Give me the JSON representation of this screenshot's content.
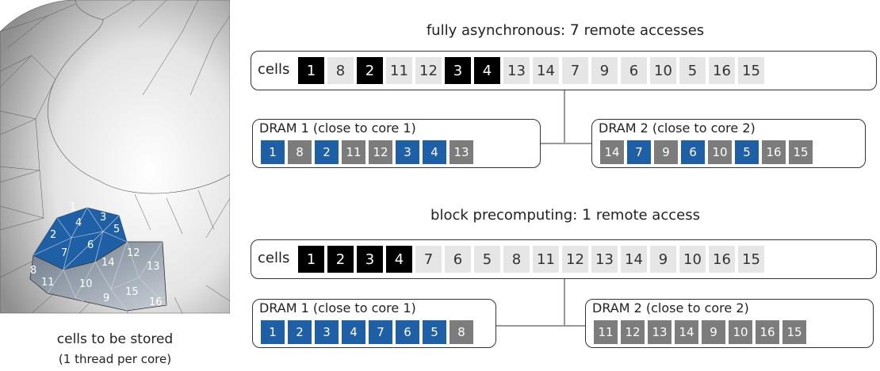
{
  "mesh": {
    "labels": [
      "1",
      "2",
      "3",
      "4",
      "5",
      "6",
      "7",
      "8",
      "9",
      "10",
      "11",
      "12",
      "13",
      "14",
      "15",
      "16"
    ],
    "caption_line1": "cells to be stored",
    "caption_line2": "(1 thread per core)"
  },
  "scenarios": [
    {
      "title_prefix": "fully asynchronous:",
      "title_number": "7",
      "title_suffix": "remote accesses",
      "cells_label": "cells",
      "cells": [
        {
          "v": "1",
          "s": "black"
        },
        {
          "v": "8",
          "s": "light"
        },
        {
          "v": "2",
          "s": "black"
        },
        {
          "v": "11",
          "s": "light"
        },
        {
          "v": "12",
          "s": "light"
        },
        {
          "v": "3",
          "s": "black"
        },
        {
          "v": "4",
          "s": "black"
        },
        {
          "v": "13",
          "s": "light"
        },
        {
          "v": "14",
          "s": "light"
        },
        {
          "v": "7",
          "s": "light"
        },
        {
          "v": "9",
          "s": "light"
        },
        {
          "v": "6",
          "s": "light"
        },
        {
          "v": "10",
          "s": "light"
        },
        {
          "v": "5",
          "s": "light"
        },
        {
          "v": "16",
          "s": "light"
        },
        {
          "v": "15",
          "s": "light"
        }
      ],
      "dram1": {
        "title": "DRAM 1 (close to core 1)",
        "cells": [
          {
            "v": "1",
            "s": "blue"
          },
          {
            "v": "8",
            "s": "gray"
          },
          {
            "v": "2",
            "s": "blue"
          },
          {
            "v": "11",
            "s": "gray"
          },
          {
            "v": "12",
            "s": "gray"
          },
          {
            "v": "3",
            "s": "blue"
          },
          {
            "v": "4",
            "s": "blue"
          },
          {
            "v": "13",
            "s": "gray"
          }
        ]
      },
      "dram2": {
        "title": "DRAM 2 (close to core 2)",
        "cells": [
          {
            "v": "14",
            "s": "gray"
          },
          {
            "v": "7",
            "s": "blue"
          },
          {
            "v": "9",
            "s": "gray"
          },
          {
            "v": "6",
            "s": "blue"
          },
          {
            "v": "10",
            "s": "gray"
          },
          {
            "v": "5",
            "s": "blue"
          },
          {
            "v": "16",
            "s": "gray"
          },
          {
            "v": "15",
            "s": "gray"
          }
        ]
      }
    },
    {
      "title_prefix": "block precomputing:",
      "title_number": "1",
      "title_suffix": "remote access",
      "cells_label": "cells",
      "cells": [
        {
          "v": "1",
          "s": "black"
        },
        {
          "v": "2",
          "s": "black"
        },
        {
          "v": "3",
          "s": "black"
        },
        {
          "v": "4",
          "s": "black"
        },
        {
          "v": "7",
          "s": "light"
        },
        {
          "v": "6",
          "s": "light"
        },
        {
          "v": "5",
          "s": "light"
        },
        {
          "v": "8",
          "s": "light"
        },
        {
          "v": "11",
          "s": "light"
        },
        {
          "v": "12",
          "s": "light"
        },
        {
          "v": "13",
          "s": "light"
        },
        {
          "v": "14",
          "s": "light"
        },
        {
          "v": "9",
          "s": "light"
        },
        {
          "v": "10",
          "s": "light"
        },
        {
          "v": "16",
          "s": "light"
        },
        {
          "v": "15",
          "s": "light"
        }
      ],
      "dram1": {
        "title": "DRAM 1 (close to core 1)",
        "cells": [
          {
            "v": "1",
            "s": "blue"
          },
          {
            "v": "2",
            "s": "blue"
          },
          {
            "v": "3",
            "s": "blue"
          },
          {
            "v": "4",
            "s": "blue"
          },
          {
            "v": "7",
            "s": "blue"
          },
          {
            "v": "6",
            "s": "blue"
          },
          {
            "v": "5",
            "s": "blue"
          },
          {
            "v": "8",
            "s": "gray"
          }
        ]
      },
      "dram2": {
        "title": "DRAM 2 (close to core 2)",
        "cells": [
          {
            "v": "11",
            "s": "gray"
          },
          {
            "v": "12",
            "s": "gray"
          },
          {
            "v": "13",
            "s": "gray"
          },
          {
            "v": "14",
            "s": "gray"
          },
          {
            "v": "9",
            "s": "gray"
          },
          {
            "v": "10",
            "s": "gray"
          },
          {
            "v": "16",
            "s": "gray"
          },
          {
            "v": "15",
            "s": "gray"
          }
        ]
      }
    }
  ],
  "colors": {
    "accessed_cell": "#000000",
    "unaccessed_cell": "#e6e6e6",
    "local_memory": "#1f5fa6",
    "other_memory": "#7c7c7c",
    "mesh_block": "#1f5fa6"
  }
}
